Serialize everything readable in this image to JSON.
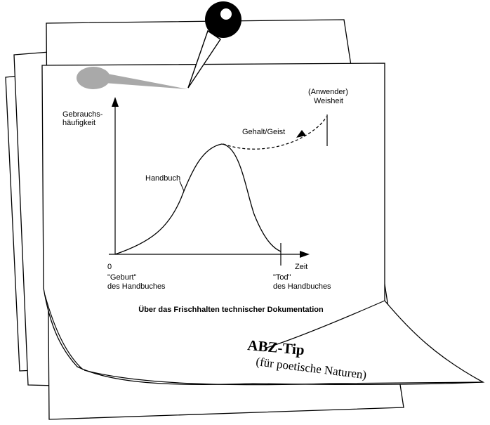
{
  "diagram": {
    "y_axis_label_line1": "Gebrauchs-",
    "y_axis_label_line2": "häufigkeit",
    "x_axis_label": "Zeit",
    "origin_label": "0",
    "birth_label_line1": "\"Geburt\"",
    "birth_label_line2": "des Handbuches",
    "death_label_line1": "\"Tod\"",
    "death_label_line2": "des Handbuches",
    "curve_label": "Handbuch",
    "dashed_label": "Gehalt/Geist",
    "wisdom_label_line1": "(Anwender)",
    "wisdom_label_line2": "Weisheit"
  },
  "caption": "Über das Frischhalten technischer Dokumentation",
  "tip": {
    "title": "ABZ-Tip",
    "subtitle": "(für poetische Naturen)"
  },
  "colors": {
    "paper": "#ffffff",
    "ink": "#000000",
    "shadow_blob": "#a9a9a9",
    "pin": "#000000"
  },
  "icons": {
    "pin": "pushpin-icon"
  }
}
